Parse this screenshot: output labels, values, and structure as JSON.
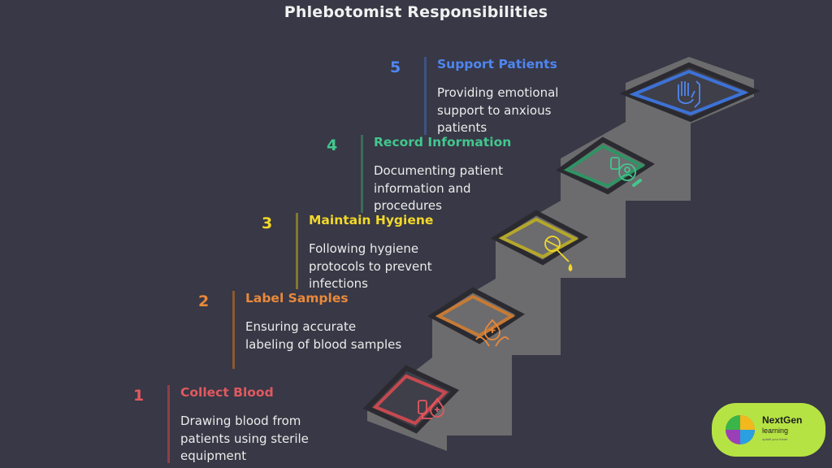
{
  "title": "Phlebotomist Responsibilities",
  "steps": [
    {
      "number": "1",
      "name": "Collect Blood",
      "description": "Drawing blood from patients using sterile equipment",
      "color": "#e0595f",
      "icon": "blood-pressure-icon"
    },
    {
      "number": "2",
      "name": "Label Samples",
      "description": "Ensuring accurate labeling of blood samples",
      "color": "#e9893a",
      "icon": "blood-drop-hands-icon"
    },
    {
      "number": "3",
      "name": "Maintain Hygiene",
      "description": "Following hygiene protocols to prevent infections",
      "color": "#f2d829",
      "icon": "dropper-icon"
    },
    {
      "number": "4",
      "name": "Record Information",
      "description": "Documenting patient information and procedures",
      "color": "#43c68e",
      "icon": "patient-record-icon"
    },
    {
      "number": "5",
      "name": "Support Patients",
      "description": "Providing emotional support to anxious patients",
      "color": "#4f86f0",
      "icon": "supportive-hand-icon"
    }
  ],
  "badge": {
    "brand_line1": "NextGen",
    "brand_line2": "learning",
    "tagline": "upskill your future"
  }
}
